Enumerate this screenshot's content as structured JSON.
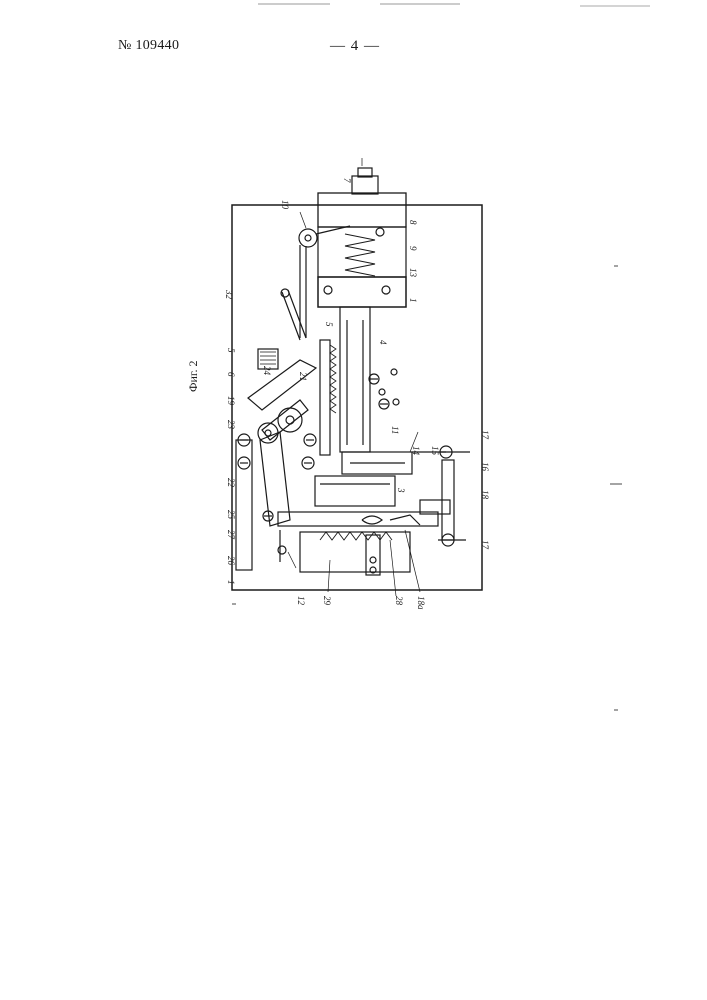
{
  "header": {
    "patent_number": "№ 109440",
    "page_number": "— 4 —"
  },
  "figure": {
    "caption": "Фиг. 2",
    "reference_labels": [
      "7",
      "10",
      "8",
      "9",
      "13",
      "32",
      "5",
      "4",
      "22",
      "6",
      "19",
      "23",
      "18",
      "16",
      "11",
      "15",
      "17",
      "20",
      "3",
      "25",
      "27",
      "26",
      "1",
      "12",
      "29",
      "28",
      "18a",
      "24",
      "21"
    ]
  }
}
